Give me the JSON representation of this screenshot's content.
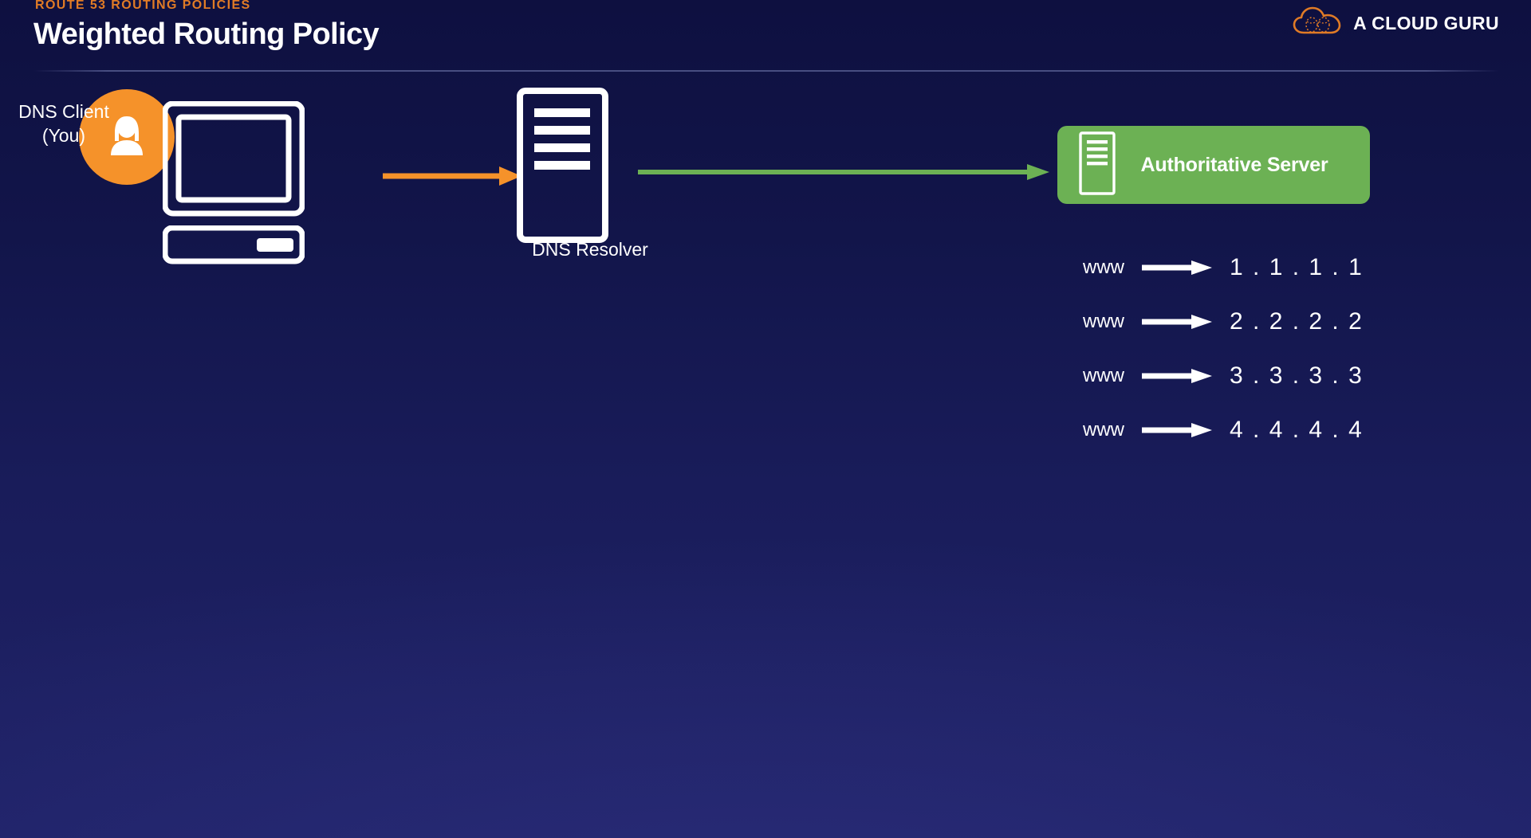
{
  "header": {
    "eyebrow": "ROUTE 53 ROUTING POLICIES",
    "title": "Weighted Routing Policy"
  },
  "brand": {
    "name": "A CLOUD GURU",
    "logo_icon": "cloud-icon",
    "logo_color": "#e07b26"
  },
  "diagram": {
    "client": {
      "label_line1": "DNS Client",
      "label_line2": "(You)",
      "avatar_icon": "user-avatar-icon",
      "avatar_color": "#f5922a",
      "device_icon": "desktop-computer-icon"
    },
    "resolver": {
      "label": "DNS Resolver",
      "icon": "server-tower-icon"
    },
    "authoritative": {
      "label": "Authoritative Server",
      "icon": "server-tower-icon",
      "box_color": "#6cb154"
    },
    "arrows": [
      {
        "name": "client-to-resolver-arrow",
        "color": "#f5922a"
      },
      {
        "name": "resolver-to-authoritative-arrow",
        "color": "#6cb154"
      }
    ],
    "records": [
      {
        "name": "www",
        "arrow_icon": "right-arrow-icon",
        "ip": "1 . 1 . 1 . 1"
      },
      {
        "name": "www",
        "arrow_icon": "right-arrow-icon",
        "ip": "2 . 2 . 2 . 2"
      },
      {
        "name": "www",
        "arrow_icon": "right-arrow-icon",
        "ip": "3 . 3 . 3 . 3"
      },
      {
        "name": "www",
        "arrow_icon": "right-arrow-icon",
        "ip": "4 . 4 . 4 . 4"
      }
    ]
  }
}
